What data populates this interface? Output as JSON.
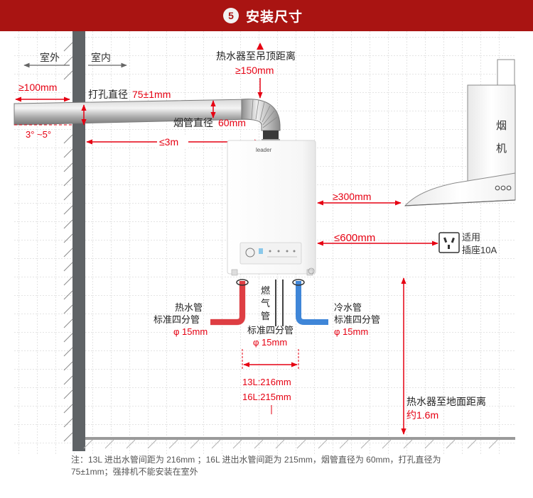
{
  "header": {
    "step": "5",
    "title": "安装尺寸"
  },
  "colors": {
    "accent": "#a91412",
    "dimension_red": "#e60012",
    "wall_gray": "#5f6366",
    "hot_pipe": "#e8454a",
    "cold_pipe": "#3f86d8"
  },
  "labels": {
    "outdoor": "室外",
    "indoor": "室内",
    "ceiling_line1": "热水器至吊顶距离",
    "ceiling_value": "≥150mm",
    "pipe_extension": "≥100mm",
    "hole_diameter_label": "打孔直径",
    "hole_diameter_value": "75±1mm",
    "flue_diameter_label": "烟管直径",
    "flue_diameter_value": "60mm",
    "slope": "3° ~5°",
    "flue_length": "≤3m",
    "brand": "leader",
    "hood_char1": "烟",
    "hood_char2": "机",
    "hood_distance": "≥300mm",
    "socket_distance": "≤600mm",
    "socket_line1": "适用",
    "socket_line2": "插座10A",
    "hot_pipe_line1": "热水管",
    "hot_pipe_line2": "标准四分管",
    "hot_pipe_size": "φ 15mm",
    "gas_char1": "燃",
    "gas_char2": "气",
    "gas_char3": "管",
    "gas_pipe_line1": "标准四分管",
    "gas_pipe_size": "φ 15mm",
    "cold_pipe_line1": "冷水管",
    "cold_pipe_line2": "标准四分管",
    "cold_pipe_size": "φ 15mm",
    "spacing_13l": "13L:216mm",
    "spacing_16l": "16L:215mm",
    "ground_line1": "热水器至地面距离",
    "ground_value": "约1.6m"
  },
  "note": {
    "line1": "注：13L 进出水管间距为 216mm ；16L 进出水管间距为 215mm，烟管直径为 60mm，打孔直径为",
    "line2": "75±1mm；强排机不能安装在室外"
  }
}
